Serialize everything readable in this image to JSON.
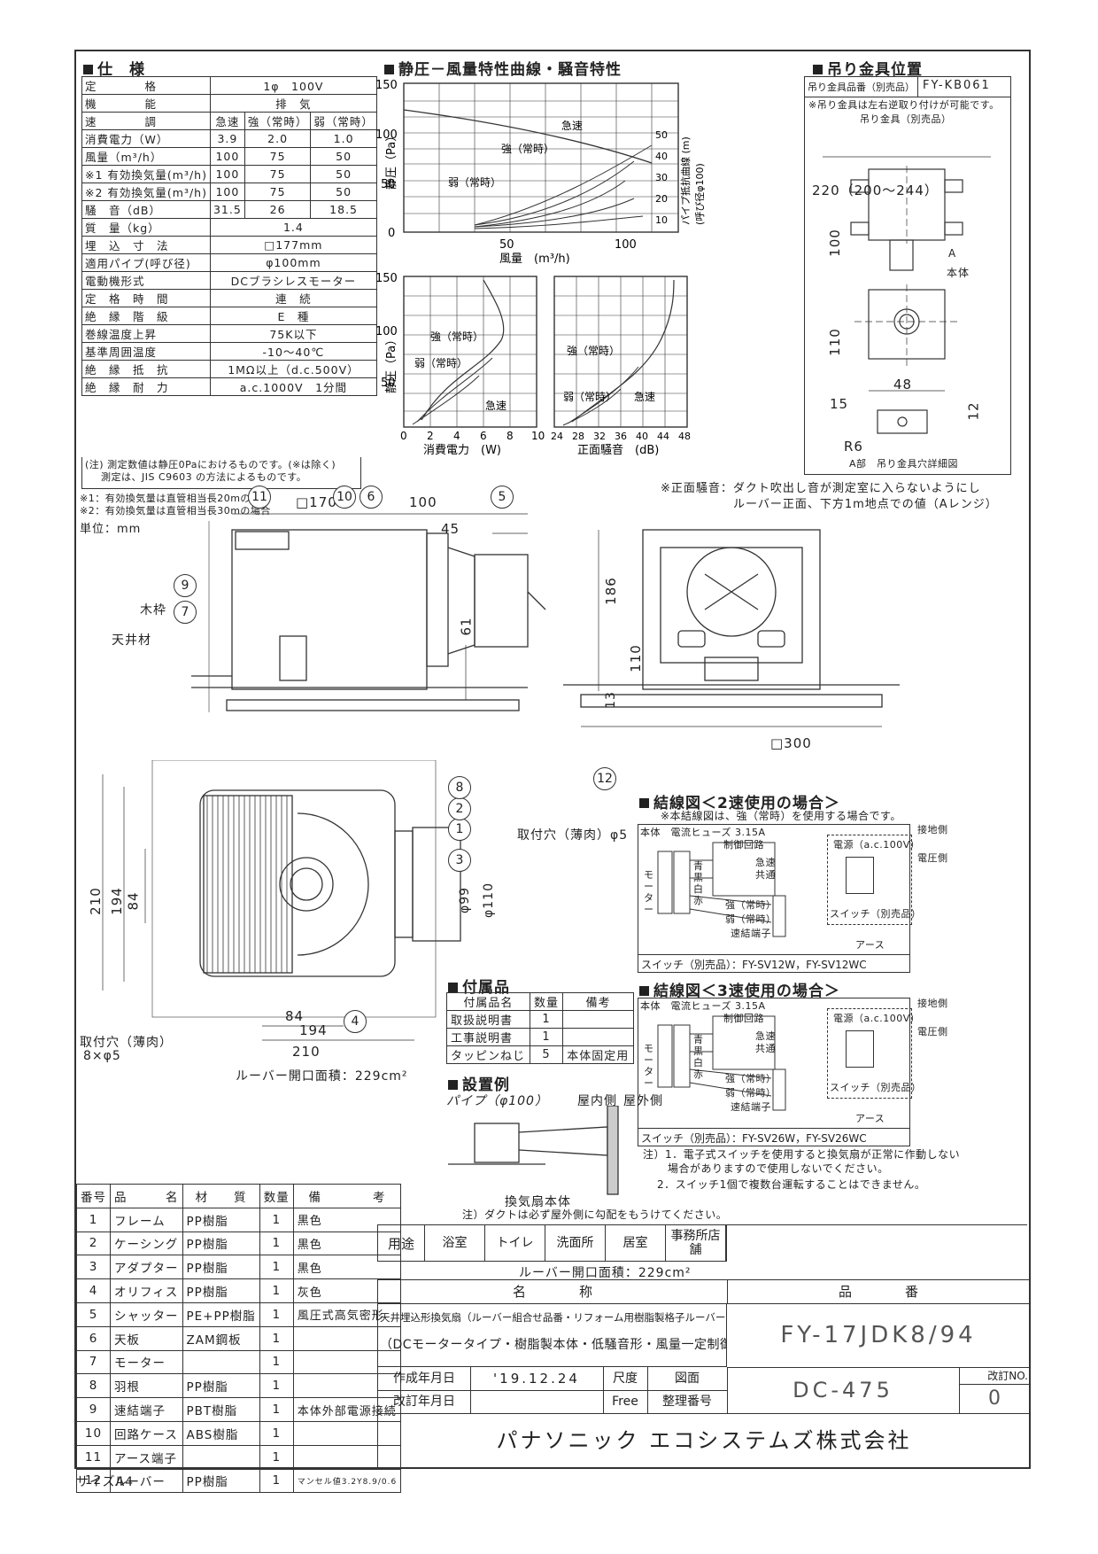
{
  "spec": {
    "title": "仕　様",
    "rows": [
      {
        "label": "定　　　　格",
        "values": [
          "1φ　100V"
        ]
      },
      {
        "label": "機　　　　能",
        "values": [
          "排　気"
        ]
      },
      {
        "label": "速　　　　調",
        "values": [
          "急速",
          "強（常時）",
          "弱（常時）"
        ]
      },
      {
        "label": "消費電力（W）",
        "values": [
          "3.9",
          "2.0",
          "1.0"
        ]
      },
      {
        "label": "風量（m³/h）",
        "values": [
          "100",
          "75",
          "50"
        ]
      },
      {
        "label": "※1 有効換気量(m³/h)",
        "values": [
          "100",
          "75",
          "50"
        ]
      },
      {
        "label": "※2 有効換気量(m³/h)",
        "values": [
          "100",
          "75",
          "50"
        ]
      },
      {
        "label": "騒　音（dB）",
        "values": [
          "31.5",
          "26",
          "18.5"
        ]
      },
      {
        "label": "質　量（kg）",
        "values": [
          "1.4"
        ]
      },
      {
        "label": "埋　込　寸　法",
        "values": [
          "□177mm"
        ]
      },
      {
        "label": "適用パイプ(呼び径)",
        "values": [
          "φ100mm"
        ]
      },
      {
        "label": "電動機形式",
        "values": [
          "DCブラシレスモーター"
        ]
      },
      {
        "label": "定　格　時　間",
        "values": [
          "連　続"
        ]
      },
      {
        "label": "絶　縁　階　級",
        "values": [
          "E　種"
        ]
      },
      {
        "label": "巻線温度上昇",
        "values": [
          "75K以下"
        ]
      },
      {
        "label": "基準周囲温度",
        "values": [
          "-10〜40℃"
        ]
      },
      {
        "label": "絶　縁　抵　抗",
        "values": [
          "1MΩ以上（d.c.500V）"
        ]
      },
      {
        "label": "絶　縁　耐　力",
        "values": [
          "a.c.1000V　1分間"
        ]
      }
    ],
    "note1": "(注) 測定数値は静圧0Paにおけるものです。(※は除く)",
    "note2": "測定は、JIS C9603 の方法によるものです。",
    "foot1": "※1：有効換気量は直管相当長20mの場合",
    "foot2": "※2：有効換気量は直管相当長30mの場合",
    "unit": "単位：mm"
  },
  "curves": {
    "title": "静圧－風量特性曲線・騒音特性",
    "top": {
      "y_ticks": [
        "150",
        "100",
        "50",
        "0"
      ],
      "x_ticks": [
        "50",
        "100"
      ],
      "ylabel": "静圧（Pa）",
      "xlabel": "風量　(m³/h)",
      "r_ticks": [
        "50",
        "40",
        "30",
        "20",
        "10"
      ],
      "rlabel": "パイプ抵抗曲線 (m)",
      "rlabel2": "(呼び径φ100)",
      "lbl_q": "急速",
      "lbl_s": "強（常時）",
      "lbl_w": "弱（常時）"
    },
    "bottom": {
      "y_ticks": [
        "150",
        "100",
        "50"
      ],
      "x_ticks_left": [
        "0",
        "2",
        "4",
        "6",
        "8",
        "10"
      ],
      "x_ticks_right": [
        "24",
        "28",
        "32",
        "36",
        "40",
        "44",
        "48"
      ],
      "ylabel": "静圧（Pa）",
      "xlabel_left": "消費電力　(W)",
      "xlabel_right": "正面騒音　(dB)",
      "lbl_q": "急速",
      "lbl_s": "強（常時）",
      "lbl_w": "弱（常時）"
    },
    "note_line1": "※正面騒音：ダクト吹出し音が測定室に入らないようにし",
    "note_line2": "ルーバー正面、下方1m地点での値（Aレンジ）"
  },
  "hanger": {
    "title": "吊り金具位置",
    "label_name": "吊り金具品番（別売品）",
    "label_value": "FY-KB061",
    "note": "※吊り金具は左右逆取り付けが可能です。",
    "caption": "吊り金具（別売品）",
    "dim_220": "220（200〜244）",
    "dim_100": "100",
    "dim_110": "110",
    "dim_48": "48",
    "dim_15": "15",
    "dim_12": "12",
    "dim_r6": "R6",
    "lbl_a": "A",
    "lbl_body": "本体",
    "detail": "A部　吊り金具穴詳細図"
  },
  "drawing": {
    "dim_170": "□170",
    "dim_100": "100",
    "dim_45": "45",
    "dim_186": "186",
    "dim_110": "110",
    "dim_61": "61",
    "dim_13": "13",
    "dim_300": "□300",
    "dim_210v": "210",
    "dim_194v": "194",
    "dim_84v": "84",
    "dim_84h": "84",
    "dim_194h": "194",
    "dim_210h": "210",
    "dim_99": "φ99",
    "dim_110d": "φ110",
    "lbl_wood": "木枠",
    "lbl_ceiling": "天井材",
    "lbl_hole1": "取付穴（薄肉）φ5",
    "lbl_hole2a": "取付穴（薄肉）",
    "lbl_hole2b": "8×φ5",
    "louver_area": "ルーバー開口面積：229cm²",
    "callouts": [
      "1",
      "2",
      "3",
      "4",
      "5",
      "6",
      "7",
      "8",
      "9",
      "10",
      "11",
      "12"
    ]
  },
  "wiring2": {
    "title": "結線図＜2速使用の場合＞",
    "note": "※本結線図は、強（常時）を使用する場合です。",
    "fuse": "本体　電流ヒューズ 3.15A",
    "ctrl": "制御回路",
    "quick": "急速",
    "common": "共通",
    "strong": "強（常時）",
    "weak": "弱（常時）",
    "terminal": "速結端子",
    "motor": "モーター",
    "colors": "青黒白赤",
    "power_side": "接地側",
    "power": "電源（a.c.100V）",
    "voltage_side": "電圧側",
    "switch": "スイッチ（別売品）",
    "earth": "アース",
    "switch_model": "スイッチ（別売品）：FY-SV12W，FY-SV12WC"
  },
  "wiring3": {
    "title": "結線図＜3速使用の場合＞",
    "switch_model": "スイッチ（別売品）：FY-SV26W，FY-SV26WC"
  },
  "notes": {
    "n1a": "注）1．電子式スイッチを使用すると換気扇が正常に作動しない",
    "n1b": "場合がありますので使用しないでください。",
    "n2": "2．スイッチ1個で複数台運転することはできません。"
  },
  "accessories": {
    "title": "付属品",
    "headers": [
      "付属品名",
      "数量",
      "備考"
    ],
    "rows": [
      [
        "取扱説明書",
        "1",
        ""
      ],
      [
        "工事説明書",
        "1",
        ""
      ],
      [
        "タッピンねじ",
        "5",
        "本体固定用"
      ]
    ]
  },
  "install": {
    "title": "設置例",
    "pipe": "パイプ（φ100）",
    "indoor": "屋内側",
    "outdoor": "屋外側",
    "body": "換気扇本体",
    "note": "注）ダクトは必ず屋外側に勾配をもうけてください。"
  },
  "usage": {
    "label": "用途",
    "items": [
      "浴室",
      "トイレ",
      "洗面所",
      "居室",
      "事務所店舗"
    ]
  },
  "parts": {
    "headers": [
      "番号",
      "品　　　名",
      "材　　質",
      "数量",
      "備　　　　考"
    ],
    "rows": [
      [
        "1",
        "フレーム",
        "PP樹脂",
        "1",
        "黒色"
      ],
      [
        "2",
        "ケーシング",
        "PP樹脂",
        "1",
        "黒色"
      ],
      [
        "3",
        "アダプター",
        "PP樹脂",
        "1",
        "黒色"
      ],
      [
        "4",
        "オリフィス",
        "PP樹脂",
        "1",
        "灰色"
      ],
      [
        "5",
        "シャッター",
        "PE+PP樹脂",
        "1",
        "風圧式高気密形"
      ],
      [
        "6",
        "天板",
        "ZAM鋼板",
        "1",
        ""
      ],
      [
        "7",
        "モーター",
        "",
        "1",
        ""
      ],
      [
        "8",
        "羽根",
        "PP樹脂",
        "1",
        ""
      ],
      [
        "9",
        "速結端子",
        "PBT樹脂",
        "1",
        "本体外部電源接続"
      ],
      [
        "10",
        "回路ケース",
        "ABS樹脂",
        "1",
        ""
      ],
      [
        "11",
        "アース端子",
        "",
        "1",
        ""
      ],
      [
        "12",
        "ルーバー",
        "PP樹脂",
        "1",
        "マンセル値3.2Y8.9/0.6"
      ]
    ]
  },
  "title_block": {
    "name_header": "名　　　　称",
    "number_header": "品　　　　番",
    "name1": "天井埋込形換気扇（ルーバー組合せ品番・リフォーム用樹脂製格子ルーバー（ホワイト））",
    "name2": "（DCモータータイプ・樹脂製本体・低騒音形・風量一定制御）",
    "model": "FY-17JDK8/94",
    "created_label": "作成年月日",
    "created_value": "'19.12.24",
    "scale_label": "尺度",
    "scale_value": "Free",
    "revised_label": "改訂年月日",
    "drawing_label": "図面",
    "drawing_label2": "整理番号",
    "drawing_no": "DC-475",
    "rev_label": "改訂NO.",
    "rev_value": "0",
    "company": "パナソニック エコシステムズ株式会社",
    "louver_area": "ルーバー開口面積：229cm²"
  },
  "paper_size": "サイズA4"
}
